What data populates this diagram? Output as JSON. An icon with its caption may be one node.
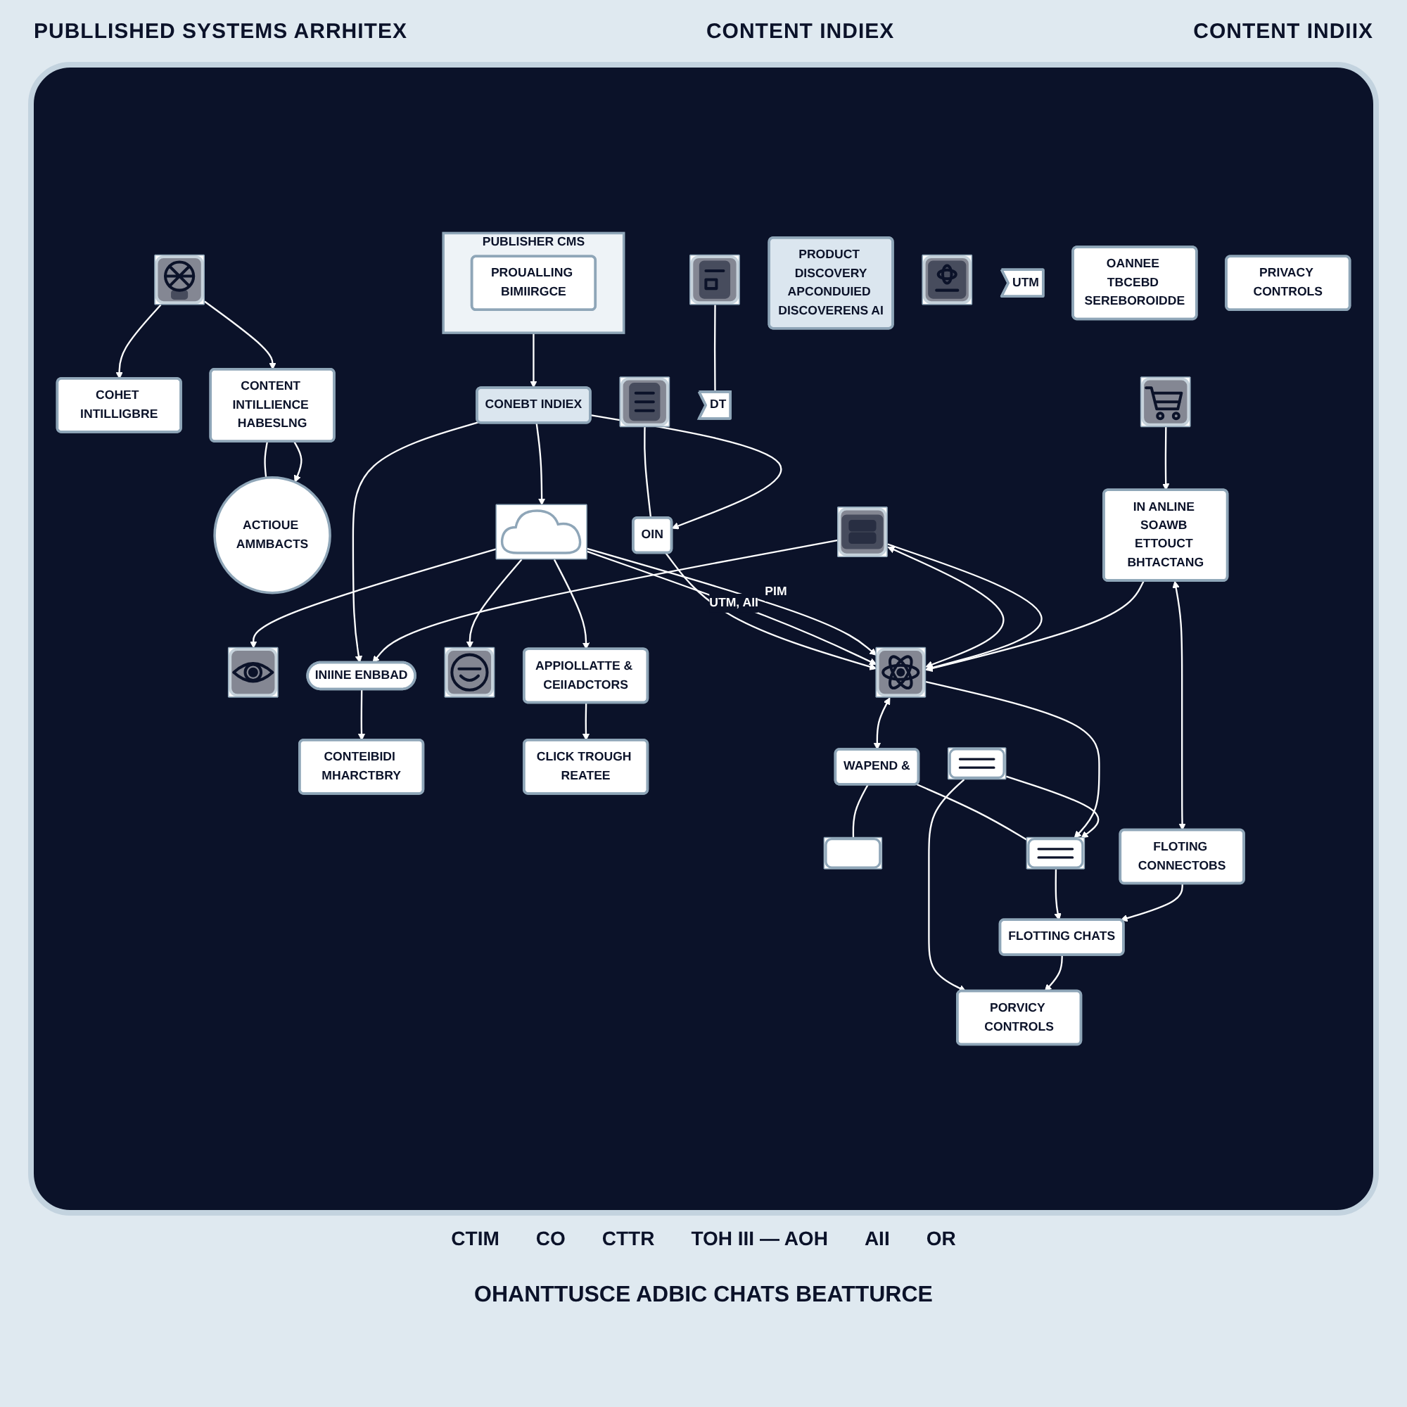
{
  "diagram": {
    "caption": "OHANTTUSCE ADBIC CHATS BEATTURCE",
    "nodes": [
      {
        "text": [
          "PUBLISHER CMS"
        ]
      },
      {
        "text": [
          "PROUALLING BIMIIRGCE"
        ],
        "in": 0
      },
      {
        "text": [],
        "shape": "picture"
      },
      {
        "text": [
          "COHET INTILLIGBRE"
        ]
      },
      {
        "text": [
          "CONTENT INTILLIENCE HABESLNG"
        ]
      },
      {
        "text": [
          "ACTIOUE AMMBACTS"
        ]
      },
      {
        "text": [],
        "shape": "picture"
      },
      {
        "text": [],
        "shape": "picture"
      },
      {
        "text": [
          "CONEBT INDIEX"
        ]
      },
      {
        "text": [
          "PRODUCT DISCOVERY",
          "APCONDUIED DISCOVERENS AI"
        ]
      },
      {
        "text": [
          "OIN"
        ]
      },
      {
        "text": [
          "DT"
        ]
      },
      {
        "text": [],
        "shape": "cloud"
      },
      {
        "text": [],
        "shape": "picture"
      },
      {
        "text": [],
        "shape": "picture"
      },
      {
        "text": [
          "INIINE ENBBAD"
        ]
      },
      {
        "text": [
          "UTM"
        ]
      },
      {
        "text": [
          "CONTEIBIDI MHARCTBRY"
        ]
      },
      {
        "text": [],
        "shape": "picture"
      },
      {
        "text": [
          "APPIOLLATTE & CEIIADCTORS"
        ]
      },
      {
        "text": [
          "CLICK TROUGH REATEE"
        ]
      },
      {
        "text": [
          "OANNEE TBCEBD SEREBOROIDDE"
        ]
      },
      {
        "text": [],
        "shape": "picture"
      },
      {
        "text": [],
        "shape": "picture"
      },
      {
        "text": [
          "WAPEND &"
        ]
      },
      {
        "text": [],
        "shape": "box"
      },
      {
        "text": [],
        "shape": "box"
      },
      {
        "text": [],
        "shape": "box"
      },
      {
        "text": [],
        "shape": "picture"
      },
      {
        "text": [
          "IN ANLINE SOAWB ETTOUCT BHTACTANG"
        ]
      },
      {
        "text": [
          "FLOTING CONNECTOBS"
        ]
      },
      {
        "text": [
          "FLOTTING CHATS"
        ]
      },
      {
        "text": [
          "PORVICY CONTROLS"
        ]
      },
      {
        "text": [
          "PRIVACY CONTROLS"
        ]
      }
    ],
    "edges": [
      {
        "from": 0,
        "to": 8,
        "arrow": "to"
      },
      {
        "from": 2,
        "to": 3,
        "arrow": "to"
      },
      {
        "from": 2,
        "to": 4,
        "arrow": "to"
      },
      {
        "from": 4,
        "to": 5,
        "arrow": "none"
      },
      {
        "from": 4,
        "to": 5,
        "arrow": "to"
      },
      {
        "from": 6,
        "to": 11,
        "arrow": "none"
      },
      {
        "from": 7,
        "to": 10,
        "arrow": "none"
      },
      {
        "from": 8,
        "to": 10,
        "arrow": "to"
      },
      {
        "from": 8,
        "to": 15,
        "arrow": "to"
      },
      {
        "from": 8,
        "to": 12,
        "arrow": "to"
      },
      {
        "from": 10,
        "to": 23,
        "arrow": "to"
      },
      {
        "from": 12,
        "to": 13,
        "arrow": "to"
      },
      {
        "from": 12,
        "to": 18,
        "arrow": "to"
      },
      {
        "from": 12,
        "to": 19,
        "arrow": "to"
      },
      {
        "from": 12,
        "to": 23,
        "arrow": "to",
        "label": "UTM, AII"
      },
      {
        "from": 12,
        "to": 23,
        "arrow": "to",
        "label": "PIM"
      },
      {
        "from": 15,
        "to": 17,
        "arrow": "to"
      },
      {
        "from": 22,
        "to": 15,
        "arrow": "to"
      },
      {
        "from": 19,
        "to": 20,
        "arrow": "to"
      },
      {
        "from": 22,
        "to": 23,
        "arrow": "both"
      },
      {
        "from": 22,
        "to": 23,
        "arrow": "to"
      },
      {
        "from": 23,
        "to": 24,
        "arrow": "both"
      },
      {
        "from": 24,
        "to": 25,
        "arrow": "none"
      },
      {
        "from": 24,
        "to": 26,
        "arrow": "none"
      },
      {
        "from": 23,
        "to": 26,
        "arrow": "to"
      },
      {
        "from": 27,
        "to": 26,
        "arrow": "to"
      },
      {
        "from": 26,
        "to": 31,
        "arrow": "to"
      },
      {
        "from": 27,
        "to": 32,
        "arrow": "to"
      },
      {
        "from": 28,
        "to": 29,
        "arrow": "to"
      },
      {
        "from": 29,
        "to": 30,
        "arrow": "both"
      },
      {
        "from": 30,
        "to": 31,
        "arrow": "to"
      },
      {
        "from": 31,
        "to": 32,
        "arrow": "to"
      },
      {
        "from": 29,
        "to": 23,
        "arrow": "to"
      }
    ],
    "labels": [
      "PUBLLISHED SYSTEMS ARRHITEX",
      "CONTENT INDIEX",
      "CONTENT INDIIX",
      "CTIM",
      "CO",
      "CTTR",
      "TOH III — AOH",
      "AII",
      "OR"
    ]
  }
}
